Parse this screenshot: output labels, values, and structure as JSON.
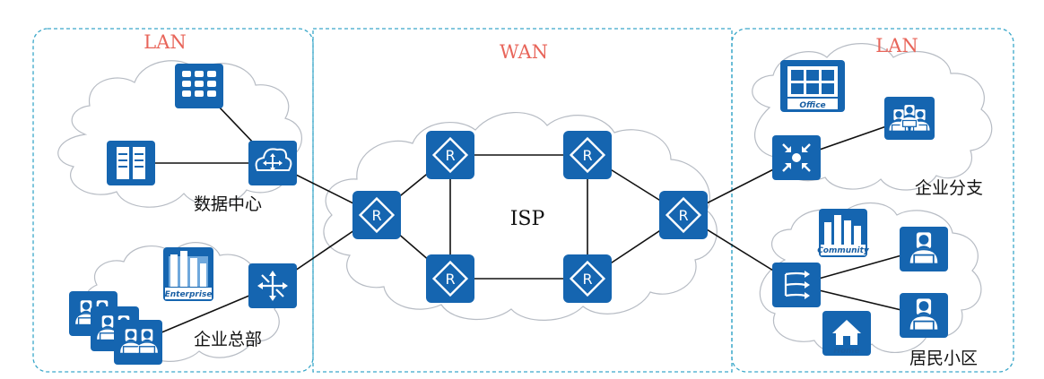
{
  "zones": {
    "left_title": "LAN",
    "middle_title": "WAN",
    "right_title": "LAN"
  },
  "labels": {
    "data_center": "数据中心",
    "headquarters": "企业总部",
    "isp": "ISP",
    "branch": "企业分支",
    "residential": "居民小区"
  },
  "panels": {
    "office": "Office",
    "enterprise": "Enterprise",
    "community": "Community",
    "home": "Home"
  },
  "router_glyph": "R",
  "colors": {
    "device_blue": "#1565b0",
    "zone_border": "#3aa7c9",
    "zone_title": "#e8655a",
    "cloud_stroke": "#b7bcc4",
    "link": "#111111"
  }
}
